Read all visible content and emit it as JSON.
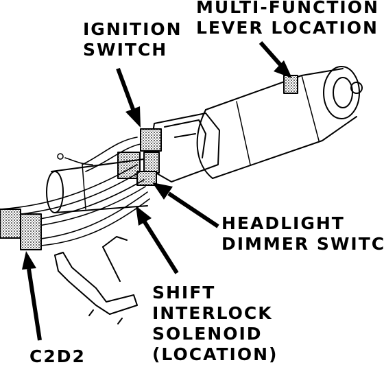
{
  "labels": {
    "multi_function": [
      "MULTI-FUNCTION",
      "LEVER LOCATION"
    ],
    "ignition": [
      "IGNITION",
      "SWITCH"
    ],
    "headlight": [
      "HEADLIGHT",
      "DIMMER SWITCH"
    ],
    "shift": [
      "SHIFT",
      "INTERLOCK",
      "SOLENOID",
      "(LOCATION)"
    ],
    "connector": "C2D2"
  }
}
